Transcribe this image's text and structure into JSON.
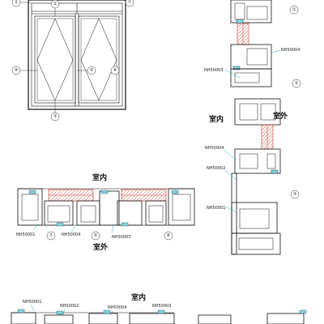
{
  "window_elevation": {
    "callouts": [
      "①",
      "②",
      "③",
      "④",
      "⑤",
      "⑥",
      "⑦"
    ]
  },
  "labels": {
    "indoor": "室内",
    "outdoor": "室外"
  },
  "parts": {
    "p1": "NH50001",
    "p2": "NH50002",
    "p3": "NH50003",
    "p4": "NH50004"
  },
  "section_callouts": {
    "one": "①",
    "two": "②",
    "three": "③",
    "four": "④",
    "five": "⑤",
    "six": "⑥",
    "seven": "⑦"
  }
}
